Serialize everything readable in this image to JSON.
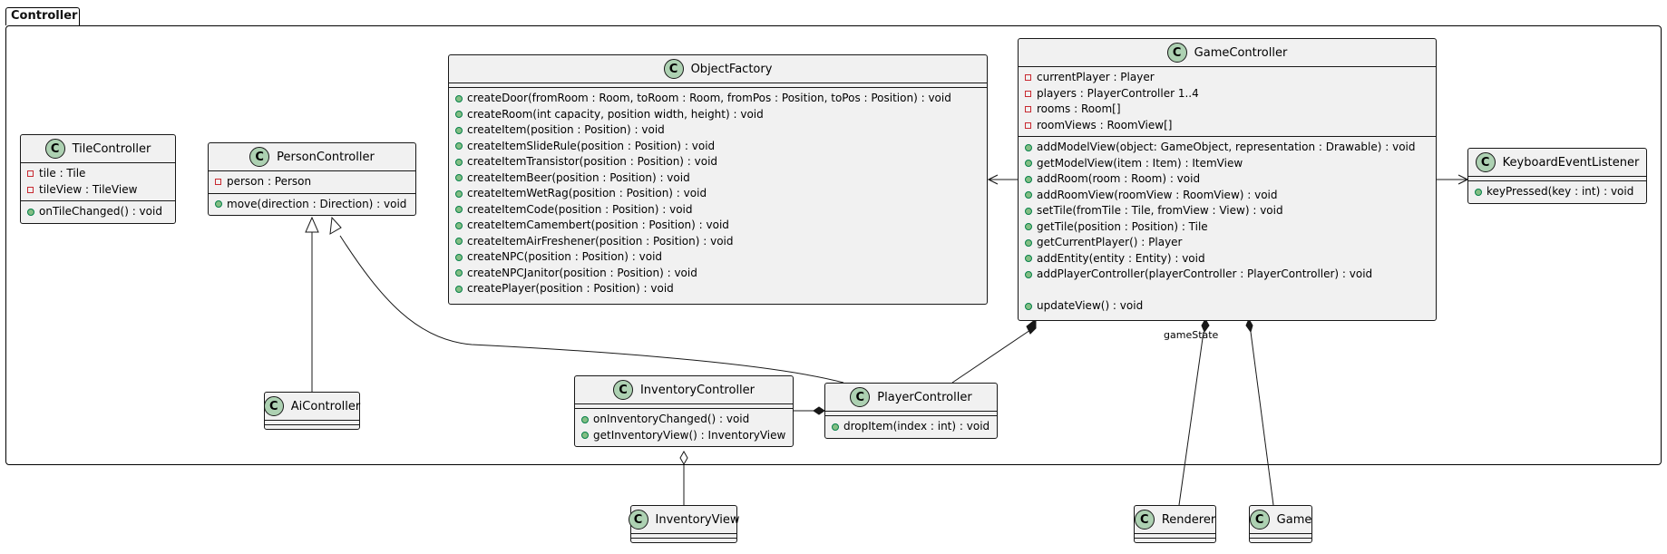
{
  "package": {
    "name": "Controller"
  },
  "classes": {
    "tile_controller": {
      "name": "TileController",
      "attributes": [
        "tile : Tile",
        "tileView : TileView"
      ],
      "methods": [
        "onTileChanged() : void"
      ]
    },
    "person_controller": {
      "name": "PersonController",
      "attributes": [
        "person : Person"
      ],
      "methods": [
        "move(direction : Direction) : void"
      ]
    },
    "object_factory": {
      "name": "ObjectFactory",
      "methods": [
        "createDoor(fromRoom : Room, toRoom : Room, fromPos : Position, toPos : Position) : void",
        "createRoom(int capacity, position width, height) : void",
        "createItem(position : Position) : void",
        "createItemSlideRule(position : Position) : void",
        "createItemTransistor(position : Position) : void",
        "createItemBeer(position : Position) : void",
        "createItemWetRag(position : Position) : void",
        "createItemCode(position : Position) : void",
        "createItemCamembert(position : Position) : void",
        "createItemAirFreshener(position : Position) : void",
        "createNPC(position : Position) : void",
        "createNPCJanitor(position : Position) : void",
        "createPlayer(position : Position) : void"
      ]
    },
    "game_controller": {
      "name": "GameController",
      "attributes": [
        "currentPlayer : Player",
        "players : PlayerController 1..4",
        "rooms : Room[]",
        "roomViews : RoomView[]"
      ],
      "methods": [
        "addModelView(object: GameObject, representation : Drawable) : void",
        "getModelView(item : Item) : ItemView",
        "addRoom(room : Room) : void",
        "addRoomView(roomView : RoomView) : void",
        "setTile(fromTile : Tile, fromView : View) : void",
        "getTile(position : Position) : Tile",
        "getCurrentPlayer() : Player",
        "addEntity(entity : Entity) : void",
        "addPlayerController(playerController : PlayerController) : void",
        "",
        "updateView() : void"
      ]
    },
    "keyboard_event_listener": {
      "name": "KeyboardEventListener",
      "methods": [
        "keyPressed(key : int) : void"
      ]
    },
    "ai_controller": {
      "name": "AiController"
    },
    "inventory_controller": {
      "name": "InventoryController",
      "methods": [
        "onInventoryChanged() : void",
        "getInventoryView() : InventoryView"
      ]
    },
    "player_controller": {
      "name": "PlayerController",
      "methods": [
        "dropItem(index : int) : void"
      ]
    },
    "inventory_view": {
      "name": "InventoryView"
    },
    "renderer": {
      "name": "Renderer"
    },
    "game": {
      "name": "Game"
    }
  },
  "badge_letter": "C",
  "edge_labels": {
    "game_state": "gameState"
  },
  "colors": {
    "class_fill": "#f1f1f1",
    "badge_fill": "#add1b2",
    "private_marker": "#c82930",
    "public_marker": "#84be84",
    "line": "#181818"
  }
}
